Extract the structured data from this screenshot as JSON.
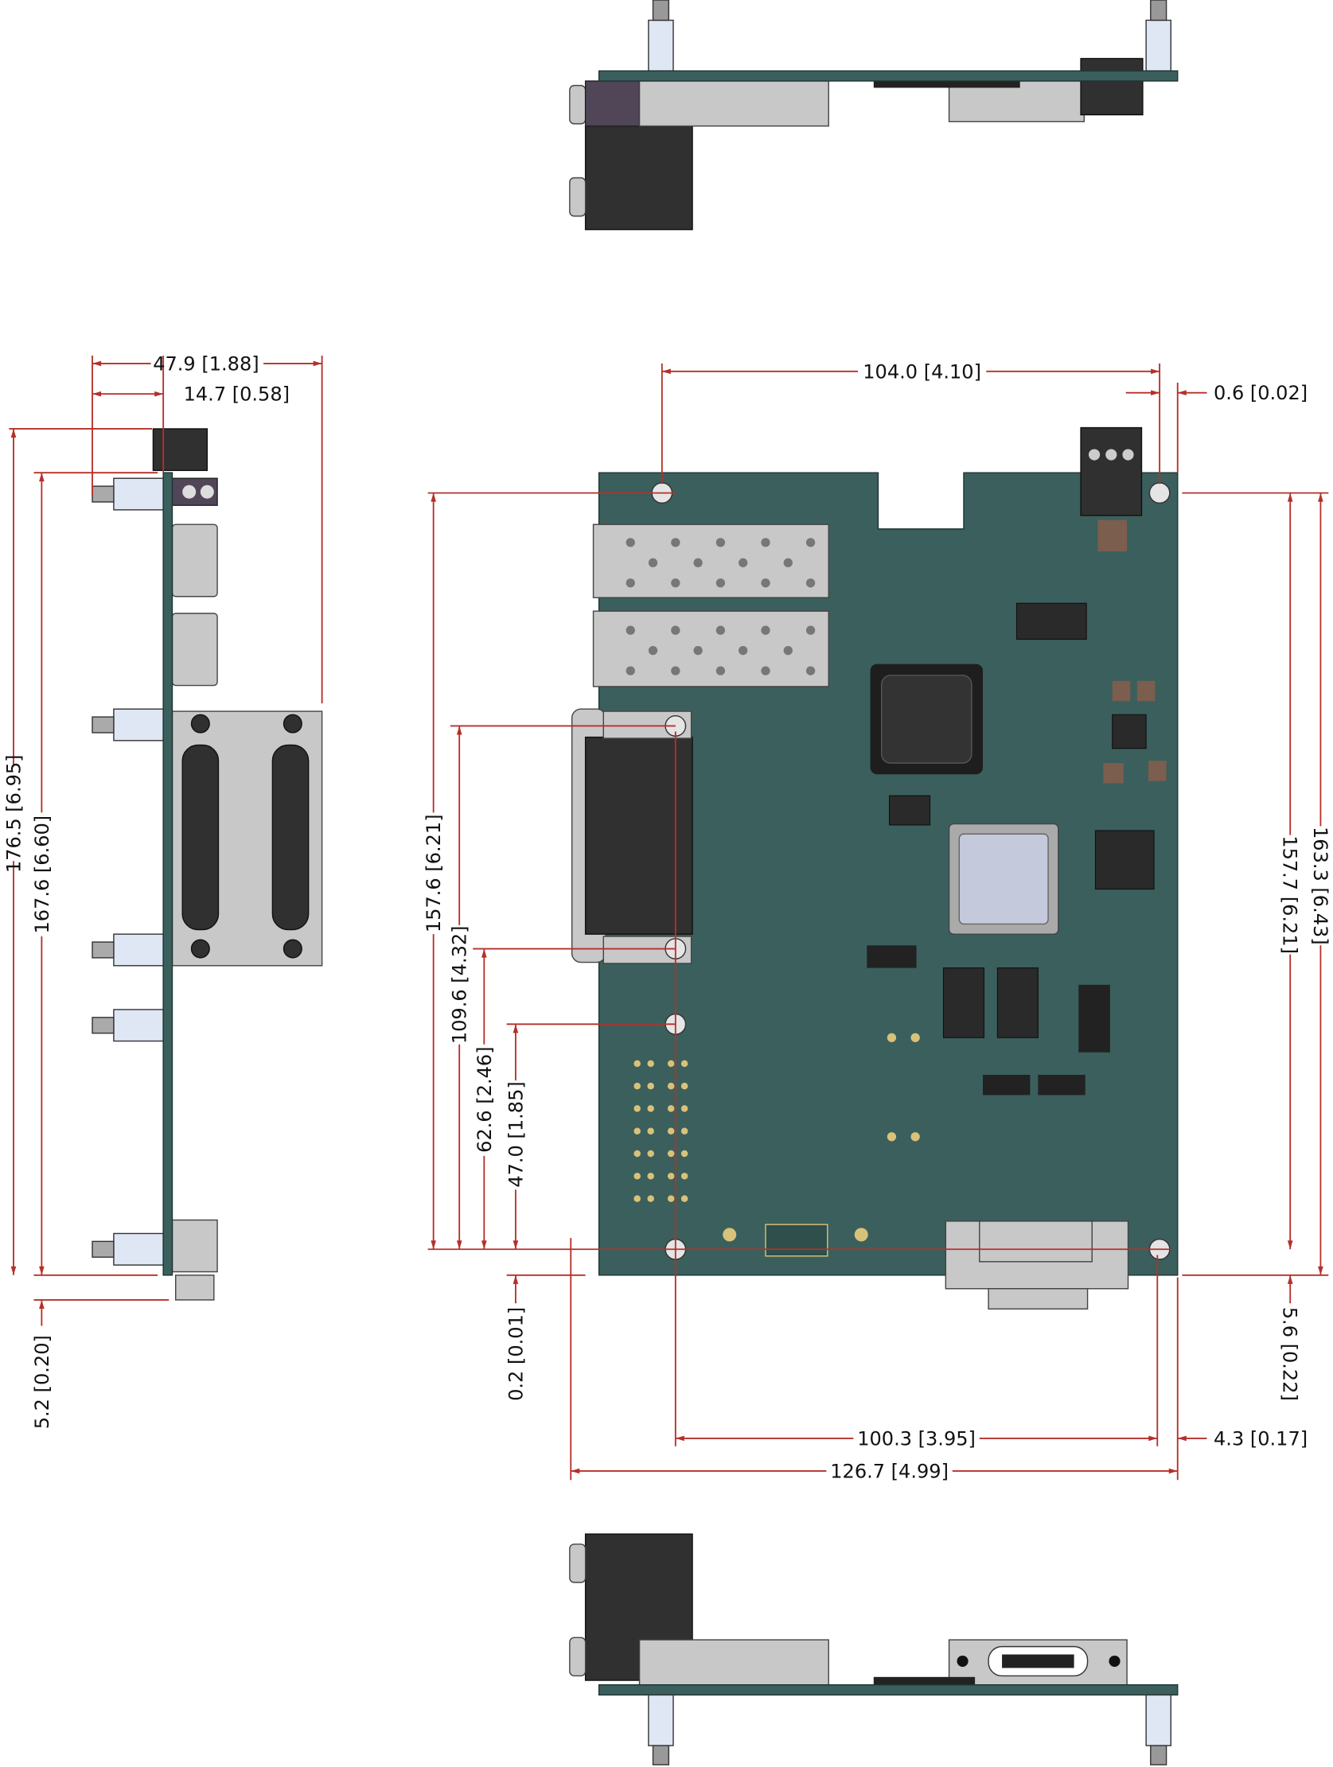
{
  "drawing": {
    "units": "mm [in]",
    "colors": {
      "dimension_line": "#b5302a",
      "pcb": "#3b5f5c",
      "metal": "#c8c8c8"
    },
    "dimensions": {
      "side_overall_depth": "47.9 [1.88]",
      "side_face_offset": "14.7 [0.58]",
      "side_overall_height": "176.5 [6.95]",
      "side_board_height": "167.6 [6.60]",
      "side_bottom_offset": "5.2 [0.20]",
      "top_hole_span": "104.0 [4.10]",
      "top_edge_offset": "0.6 [0.02]",
      "left_hole_top": "157.6 [6.21]",
      "left_hole_2": "109.6 [4.32]",
      "left_hole_3": "62.6 [2.46]",
      "left_hole_4": "47.0 [1.85]",
      "left_bottom_offset": "0.2 [0.01]",
      "right_hole_span": "157.7 [6.21]",
      "right_overall": "163.3 [6.43]",
      "right_bottom_offset": "5.6 [0.22]",
      "bottom_hole_span": "100.3 [3.95]",
      "bottom_right_offset": "4.3 [0.17]",
      "bottom_overall_width": "126.7 [4.99]"
    }
  }
}
